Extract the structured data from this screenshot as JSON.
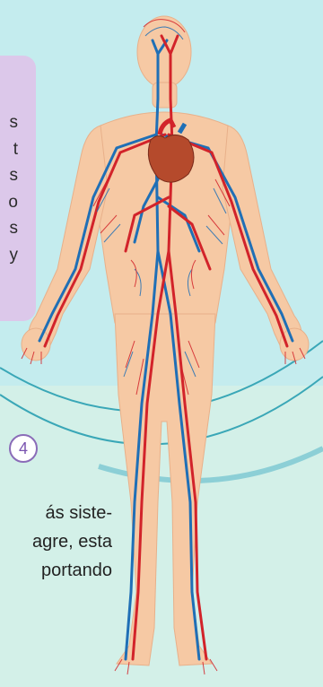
{
  "side_text": {
    "letters": [
      "s",
      "t",
      "s",
      "o",
      "s",
      "y"
    ]
  },
  "section_badge": {
    "number": "4"
  },
  "paragraph": {
    "lines": [
      "ás siste-",
      "agre, esta",
      "portando"
    ]
  },
  "colors": {
    "artery": "#d2232a",
    "vein": "#1f6fb6",
    "skin": "#f6c9a4",
    "heart": "#b54a2c"
  }
}
